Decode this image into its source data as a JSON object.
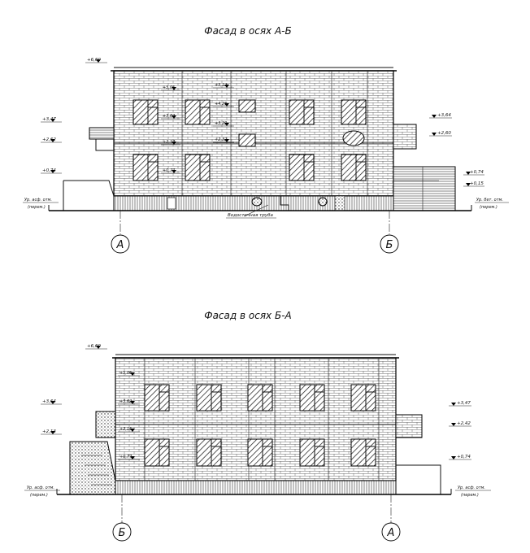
{
  "top": {
    "title": "Фасад в осях А-Б",
    "levels": {
      "roof": "+6,60",
      "left_upper": "+3,47",
      "left_mid": "+2,62",
      "left_low": "+0,74",
      "right_upper": "+3,64",
      "right_mid": "+2,60",
      "right_low1": "+0,74",
      "right_low2": "+0,15",
      "win_1": "+5,06",
      "win_2": "+3,62",
      "win_3": "+2,17",
      "win_4": "+0,77",
      "win_5": "+5,12",
      "win_6": "+4,26",
      "win_7": "+3,20",
      "win_8": "+2,32"
    },
    "ground_left": [
      "Ур. асф. отм.",
      "(перем.)"
    ],
    "ground_right": [
      "Ур. бет. отм.",
      "(перем.)"
    ],
    "drainpipe": "Водосточная труба",
    "axis_left": "А",
    "axis_right": "Б"
  },
  "bottom": {
    "title": "Фасад в осях Б-А",
    "levels": {
      "roof": "+6,60",
      "left_upper": "+3,64",
      "left_mid": "+2,13",
      "right_upper": "+3,47",
      "right_mid": "+2,42",
      "right_low": "+0,74",
      "win_1": "+5,06",
      "win_2": "+3,62",
      "win_3": "+2,16",
      "win_4": "+0,77"
    },
    "ground_left": [
      "Ур. асф. отм.",
      "(перем.)"
    ],
    "ground_right": [
      "Ур. асф. отм.",
      "(перем.)"
    ],
    "axis_left": "Б",
    "axis_right": "А"
  }
}
